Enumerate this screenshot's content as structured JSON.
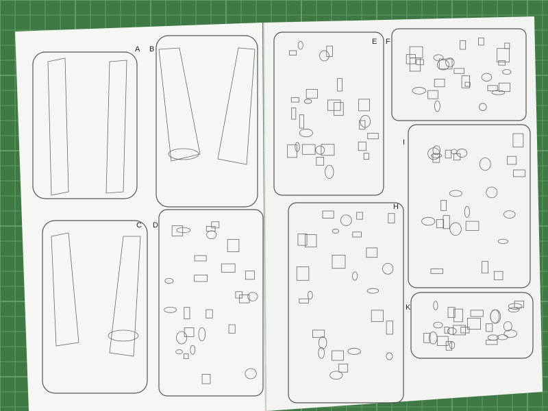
{
  "sprues": [
    {
      "letter": "A"
    },
    {
      "letter": "B"
    },
    {
      "letter": "C"
    },
    {
      "letter": "D"
    },
    {
      "letter": "E"
    },
    {
      "letter": "F"
    },
    {
      "letter": "H"
    },
    {
      "letter": "I"
    },
    {
      "letter": "K"
    }
  ],
  "colors": {
    "mat": "#3f7a45",
    "mat_grid": "#6fa86f",
    "paper": "#f7f7f5",
    "lines": "#555555"
  }
}
